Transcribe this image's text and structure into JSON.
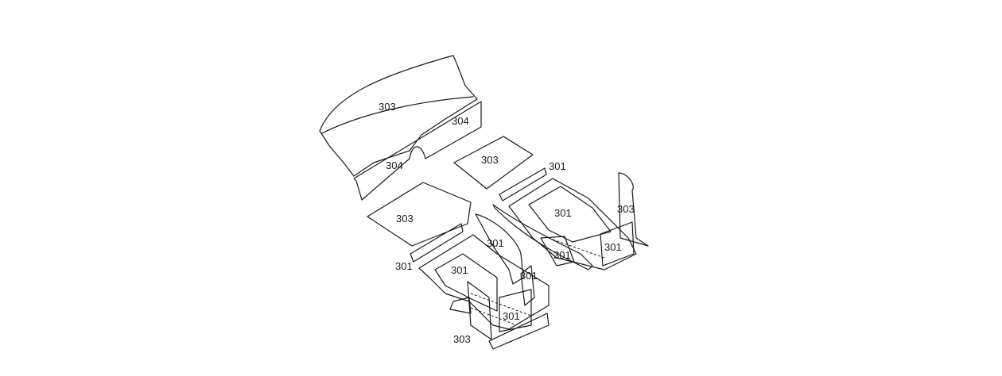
{
  "figure": {
    "labels": {
      "floor_front_panel": "303",
      "rear_cross_right": "304",
      "rear_cross_left": "304",
      "left_floor_panel": "303",
      "right_floor_panel": "303",
      "left_rail_upper": "301",
      "left_rail_mid": "301",
      "left_rail_side": "301",
      "left_rail_end": "301",
      "left_rail_strip": "301",
      "left_bracket": "303",
      "right_rail_strip": "301",
      "right_rail_upper": "301",
      "right_rail_mid": "301",
      "right_rail_end": "301",
      "right_bracket": "303"
    }
  }
}
